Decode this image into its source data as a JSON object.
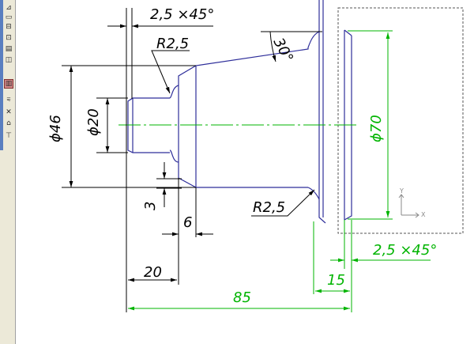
{
  "toolbar": {
    "buttons": [
      {
        "glyph": "⊿",
        "name": "tool-button-1"
      },
      {
        "glyph": "▭",
        "name": "tool-button-2"
      },
      {
        "glyph": "⊟",
        "name": "tool-button-3"
      },
      {
        "glyph": "⊡",
        "name": "tool-button-4"
      },
      {
        "glyph": "▤",
        "name": "tool-button-5"
      },
      {
        "glyph": "◫",
        "name": "tool-button-6"
      },
      {
        "glyph": "▥",
        "name": "tool-button-7",
        "active": true
      },
      {
        "glyph": "⩳",
        "name": "tool-button-8"
      },
      {
        "glyph": "✕",
        "name": "tool-button-9"
      },
      {
        "glyph": "⌂",
        "name": "tool-button-10"
      },
      {
        "glyph": "⊤",
        "name": "tool-button-11"
      }
    ]
  },
  "dimensions": {
    "chamfer_top": "2,5 ×45°",
    "fillet_top": "R2,5",
    "dia_46": "ϕ46",
    "dia_20": "ϕ20",
    "angle_30": "30°",
    "dia_70": "ϕ70",
    "width_3": "3",
    "width_6": "6",
    "fillet_bottom": "R2,5",
    "chamfer_bottom": "2,5 ×45°",
    "len_20": "20",
    "len_15": "15",
    "len_85": "85"
  },
  "coordinate_axes": {
    "x_label": "X",
    "y_label": "Y"
  },
  "colors": {
    "outline": "#2e2e9a",
    "dimension": "#000000",
    "added_dimension": "#00b400",
    "centerline": "#00b400",
    "frame": "#555555"
  }
}
